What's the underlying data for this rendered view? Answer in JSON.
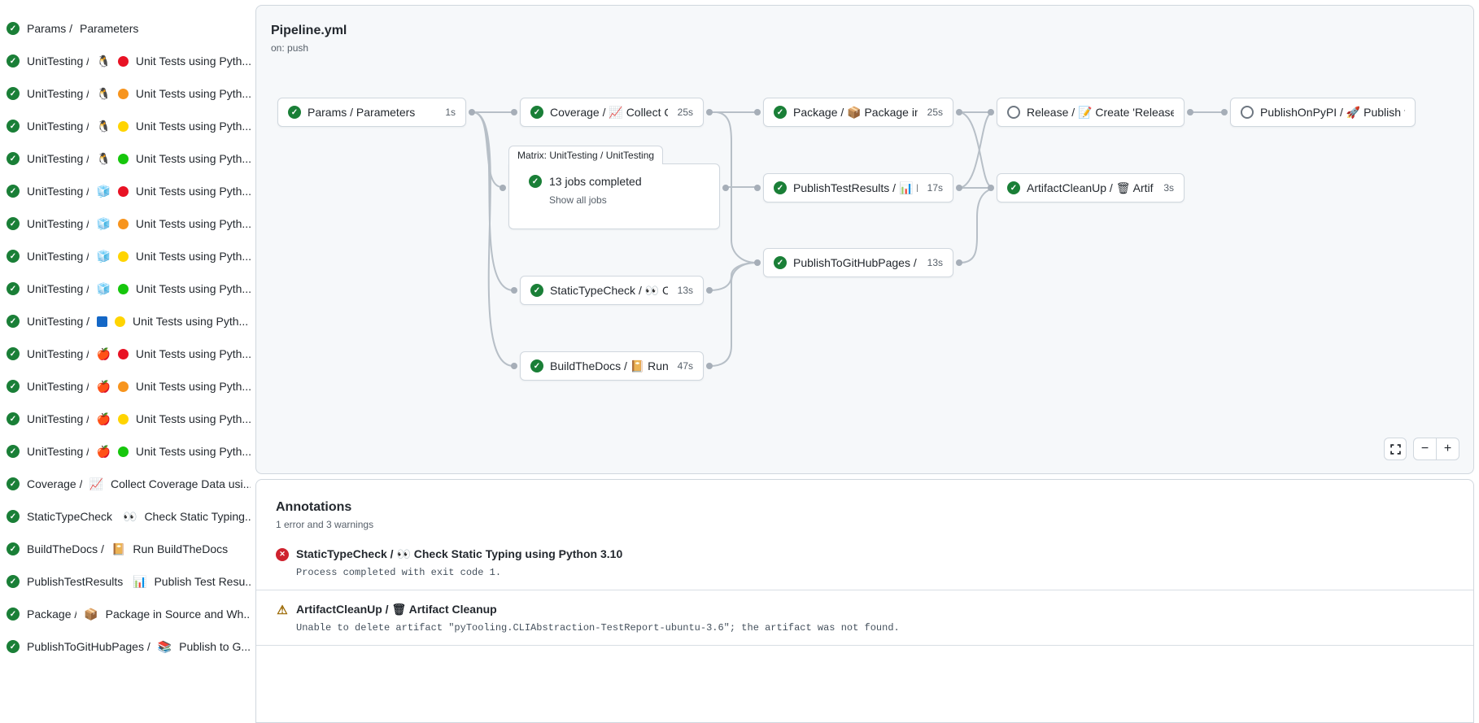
{
  "colors": {
    "success_green": "#1a7f37",
    "error_red": "#cf222e",
    "warning_yellow": "#9a6700",
    "edge_gray": "#b7bfc7",
    "py_red": "#e81224",
    "py_orange": "#f7941d",
    "py_yellow": "#ffd400",
    "py_green": "#16c60c",
    "blue_square": "#1467c6"
  },
  "sidebar": {
    "items": [
      {
        "status": "success",
        "name": "Params",
        "icon": null,
        "dot": null,
        "label": "Parameters"
      },
      {
        "status": "success",
        "name": "UnitTesting",
        "icon": "linux-penguin",
        "dot": "#e81224",
        "label": "Unit Tests using Pyth..."
      },
      {
        "status": "success",
        "name": "UnitTesting",
        "icon": "linux-penguin",
        "dot": "#f7941d",
        "label": "Unit Tests using Pyth..."
      },
      {
        "status": "success",
        "name": "UnitTesting",
        "icon": "linux-penguin",
        "dot": "#ffd400",
        "label": "Unit Tests using Pyth..."
      },
      {
        "status": "success",
        "name": "UnitTesting",
        "icon": "linux-penguin",
        "dot": "#16c60c",
        "label": "Unit Tests using Pyth..."
      },
      {
        "status": "success",
        "name": "UnitTesting",
        "icon": "ice-cube",
        "dot": "#e81224",
        "label": "Unit Tests using Pyth..."
      },
      {
        "status": "success",
        "name": "UnitTesting",
        "icon": "ice-cube",
        "dot": "#f7941d",
        "label": "Unit Tests using Pyth..."
      },
      {
        "status": "success",
        "name": "UnitTesting",
        "icon": "ice-cube",
        "dot": "#ffd400",
        "label": "Unit Tests using Pyth..."
      },
      {
        "status": "success",
        "name": "UnitTesting",
        "icon": "ice-cube",
        "dot": "#16c60c",
        "label": "Unit Tests using Pyth..."
      },
      {
        "status": "success",
        "name": "UnitTesting",
        "icon": "blue-square",
        "dot": "#ffd400",
        "label": "Unit Tests using Pyth..."
      },
      {
        "status": "success",
        "name": "UnitTesting",
        "icon": "red-apple",
        "dot": "#e81224",
        "label": "Unit Tests using Pyth..."
      },
      {
        "status": "success",
        "name": "UnitTesting",
        "icon": "red-apple",
        "dot": "#f7941d",
        "label": "Unit Tests using Pyth..."
      },
      {
        "status": "success",
        "name": "UnitTesting",
        "icon": "red-apple",
        "dot": "#ffd400",
        "label": "Unit Tests using Pyth..."
      },
      {
        "status": "success",
        "name": "UnitTesting",
        "icon": "red-apple",
        "dot": "#16c60c",
        "label": "Unit Tests using Pyth..."
      },
      {
        "status": "success",
        "name": "Coverage",
        "icon": "chart-up",
        "dot": null,
        "label": "Collect Coverage Data usi..."
      },
      {
        "status": "success",
        "name": "StaticTypeCheck",
        "icon": "eyes",
        "dot": null,
        "label": "Check Static Typing..."
      },
      {
        "status": "success",
        "name": "BuildTheDocs",
        "icon": "notebook",
        "dot": null,
        "label": "Run BuildTheDocs"
      },
      {
        "status": "success",
        "name": "PublishTestResults",
        "icon": "bar-chart",
        "dot": null,
        "label": "Publish Test Resu..."
      },
      {
        "status": "success",
        "name": "Package",
        "icon": "package-box",
        "dot": null,
        "label": "Package in Source and Wh..."
      },
      {
        "status": "success",
        "name": "PublishToGitHubPages",
        "icon": "books",
        "dot": null,
        "label": "Publish to G..."
      }
    ]
  },
  "graph": {
    "title": "Pipeline.yml",
    "trigger": "on: push",
    "matrix": {
      "tab": "Matrix: UnitTesting / UnitTesting",
      "status": "success",
      "text": "13 jobs completed",
      "link": "Show all jobs"
    },
    "nodes": [
      {
        "id": "params",
        "status": "success",
        "label": "Params / Parameters",
        "duration": "1s"
      },
      {
        "id": "coverage",
        "status": "success",
        "label": "Coverage / 📈 Collect Cove...",
        "duration": "25s"
      },
      {
        "id": "package",
        "status": "success",
        "label": "Package / 📦 Package in So...",
        "duration": "25s"
      },
      {
        "id": "release",
        "status": "skipped",
        "label": "Release / 📝 Create 'Release P...",
        "duration": ""
      },
      {
        "id": "publishonpypi",
        "status": "skipped",
        "label": "PublishOnPyPI / 🚀 Publish to ...",
        "duration": ""
      },
      {
        "id": "publishtestresults",
        "status": "success",
        "label": "PublishTestResults / 📊 Pu...",
        "duration": "17s"
      },
      {
        "id": "artifactcleanup",
        "status": "success",
        "label": "ArtifactCleanUp / 🗑 Artifac...",
        "duration": "3s"
      },
      {
        "id": "publishtogithubpages",
        "status": "success",
        "label": "PublishToGitHubPages / 📚 ...",
        "duration": "13s"
      },
      {
        "id": "statictypecheck",
        "status": "success",
        "label": "StaticTypeCheck / 👀 Chec...",
        "duration": "13s"
      },
      {
        "id": "buildthedocs",
        "status": "success",
        "label": "BuildTheDocs / 📔 Run Buil...",
        "duration": "47s"
      }
    ],
    "controls": {
      "zoom_out": "−",
      "zoom_in": "+"
    }
  },
  "annotations": {
    "title": "Annotations",
    "summary": "1 error and 3 warnings",
    "items": [
      {
        "type": "error",
        "title": "StaticTypeCheck / 👀 Check Static Typing using Python 3.10",
        "message": "Process completed with exit code 1."
      },
      {
        "type": "warning",
        "title": "ArtifactCleanUp / 🗑 Artifact Cleanup",
        "message": "Unable to delete artifact \"pyTooling.CLIAbstraction-TestReport-ubuntu-3.6\"; the artifact was not found."
      }
    ]
  }
}
